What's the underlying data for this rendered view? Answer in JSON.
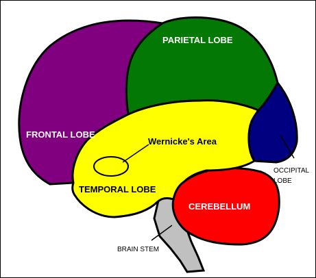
{
  "labels": {
    "frontal": "FRONTAL LOBE",
    "parietal": "PARIETAL LOBE",
    "wernicke": "Wernicke's Area",
    "temporal": "TEMPORAL LOBE",
    "occipital_line1": "OCCIPITAL",
    "occipital_line2": "LOBE",
    "cerebellum": "CEREBELLUM",
    "brain_stem": "BRAIN STEM"
  },
  "colors": {
    "frontal": "#800080",
    "parietal": "#047804",
    "temporal": "#ffff00",
    "occipital": "#000080",
    "cerebellum": "#ff0000",
    "brain_stem": "#c0c0c0",
    "outline": "#000000",
    "label_light": "#ffffff",
    "label_dark": "#000000"
  }
}
